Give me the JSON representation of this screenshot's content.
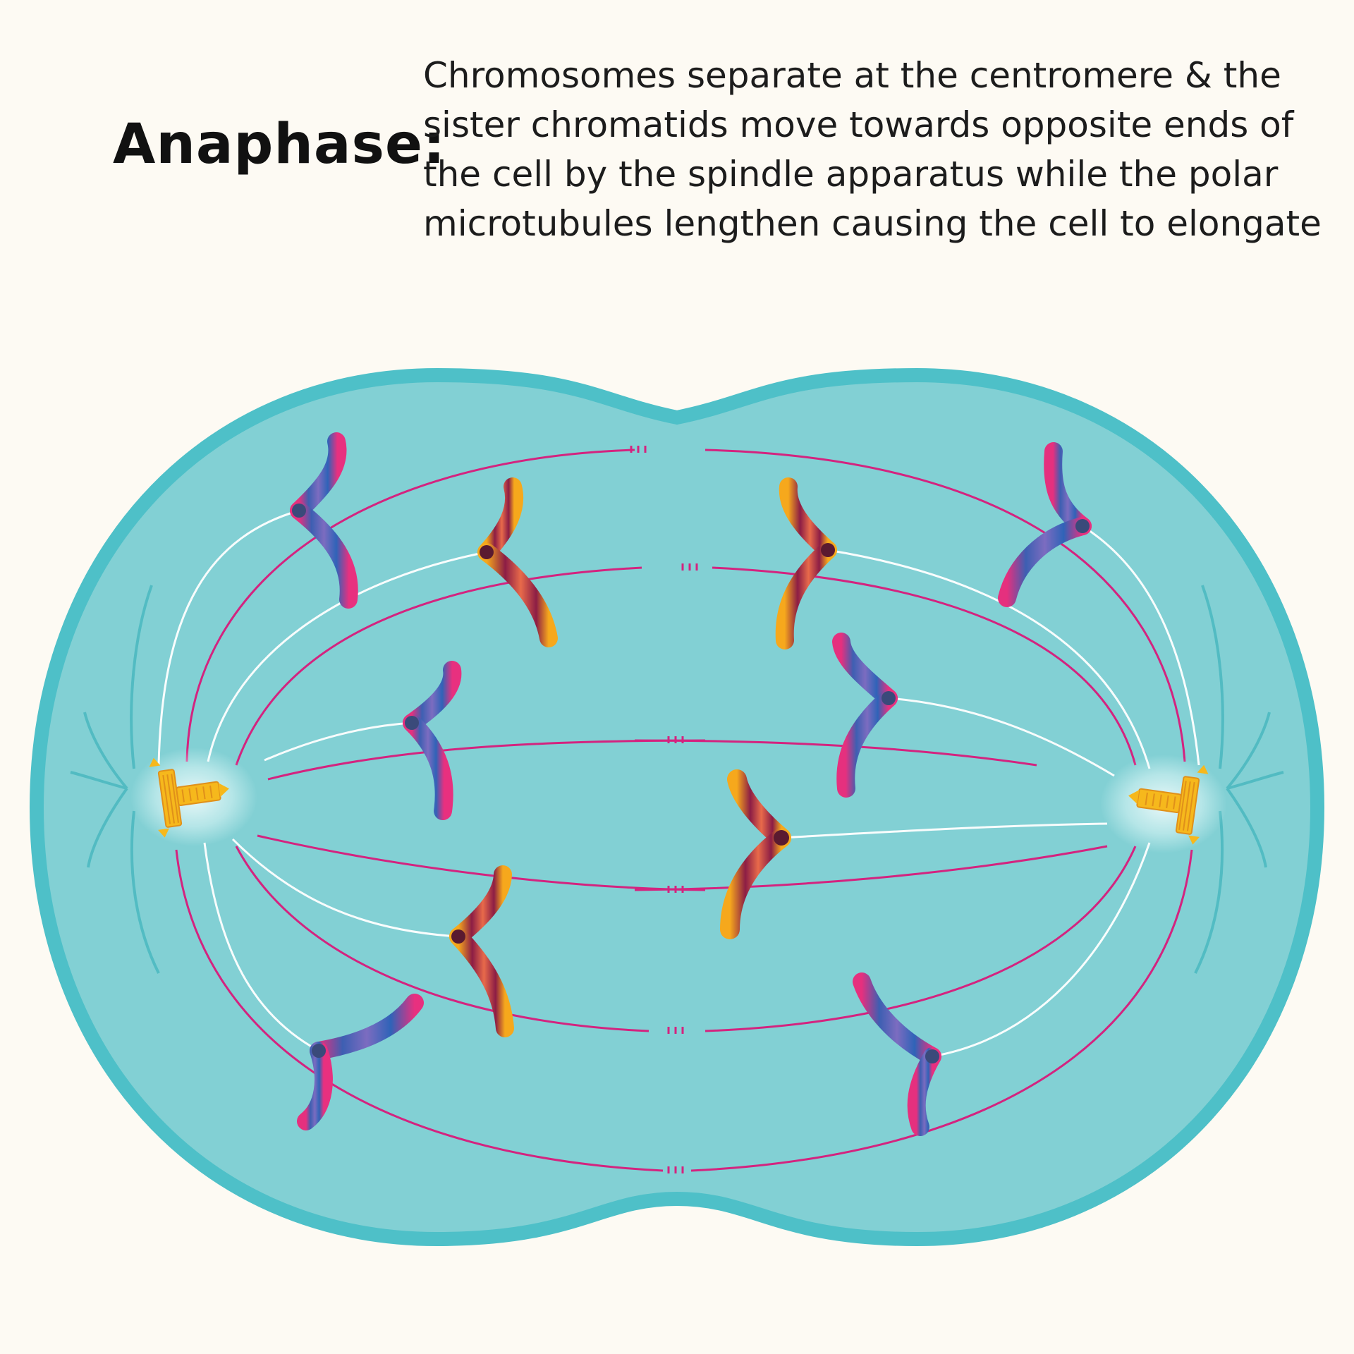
{
  "title": "Anaphase:",
  "description_lines": [
    "Chromosomes separate at the centromere & the",
    "sister chromatids move towards opposite ends of",
    "the cell by the spindle apparatus while the polar",
    "microtubules lengthen causing the cell to elongate"
  ],
  "colors": {
    "background": "#fdfaf3",
    "cell_membrane": "#4ec0c8",
    "cytoplasm": "#82d0d4",
    "polar_microtubule": "#d4237f",
    "kinetochore_microtubule": "#ffffff",
    "centrosome": "#f6b81c",
    "chromosome_cool": "#3b5fb0",
    "chromosome_warm": "#8e1f4a"
  },
  "icons": {
    "centrosome": "centriole-pair-icon",
    "chromosome": "sister-chromatid-icon"
  }
}
